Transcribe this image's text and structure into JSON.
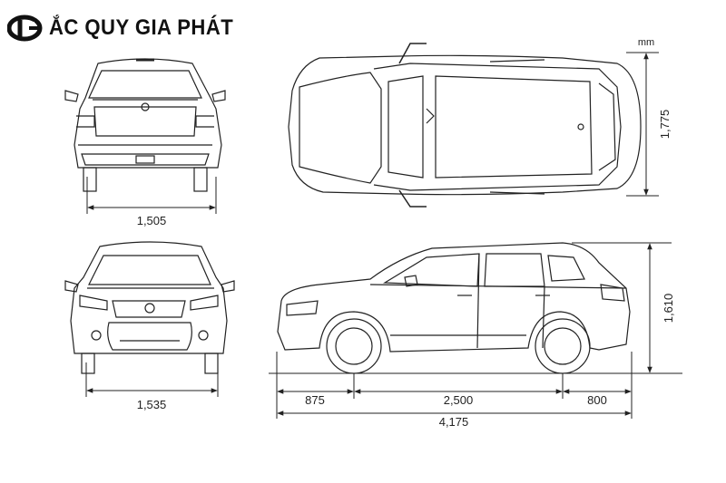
{
  "brand": {
    "name": "ẮC QUY GIA PHÁT",
    "logo_icon": "gp-logo-icon",
    "logo_color": "#111111"
  },
  "unit": "mm",
  "dimensions": {
    "rear_track": "1,505",
    "front_track": "1,535",
    "overall_width": "1,775",
    "overall_height": "1,610",
    "front_overhang": "875",
    "wheelbase": "2,500",
    "rear_overhang": "800",
    "overall_length": "4,175"
  },
  "views": [
    "rear-view",
    "top-view",
    "front-view",
    "side-view"
  ],
  "colors": {
    "line": "#222222",
    "background": "#ffffff"
  }
}
